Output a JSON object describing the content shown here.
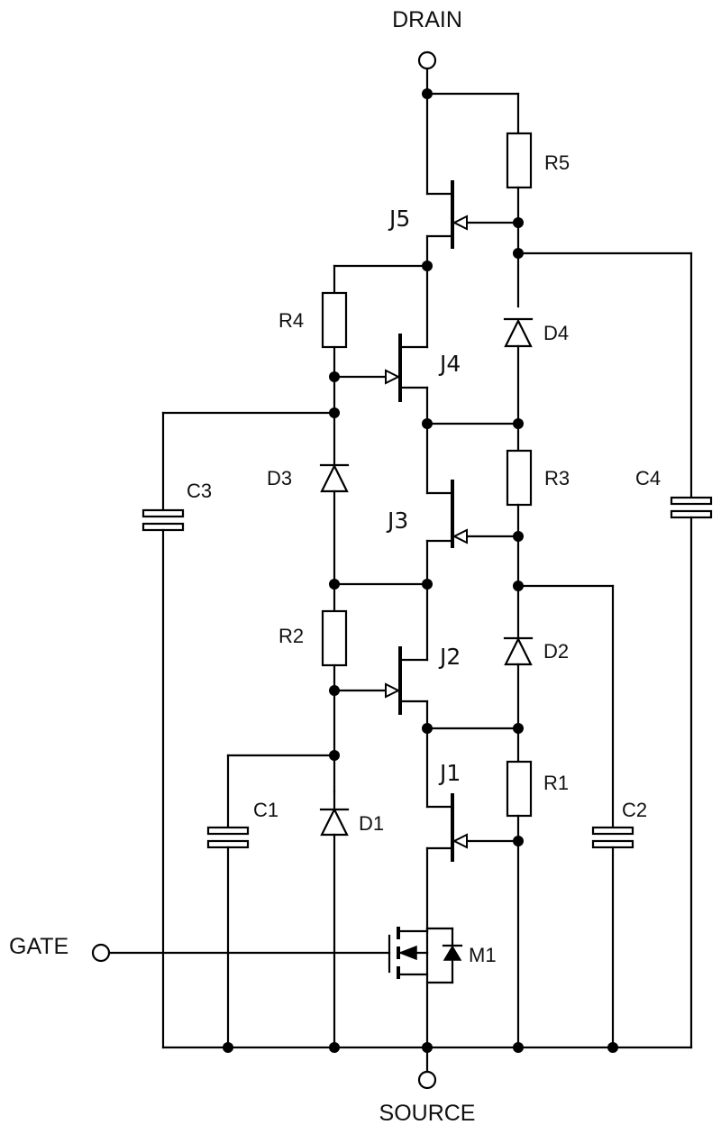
{
  "terminals": {
    "drain": "DRAIN",
    "source": "SOURCE",
    "gate": "GATE"
  },
  "components": {
    "R1": "R1",
    "R2": "R2",
    "R3": "R3",
    "R4": "R4",
    "R5": "R5",
    "D1": "D1",
    "D2": "D2",
    "D3": "D3",
    "D4": "D4",
    "C1": "C1",
    "C2": "C2",
    "C3": "C3",
    "C4": "C4",
    "J1": "J1",
    "J2": "J2",
    "J3": "J3",
    "J4": "J4",
    "J5": "J5",
    "M1": "M1"
  }
}
